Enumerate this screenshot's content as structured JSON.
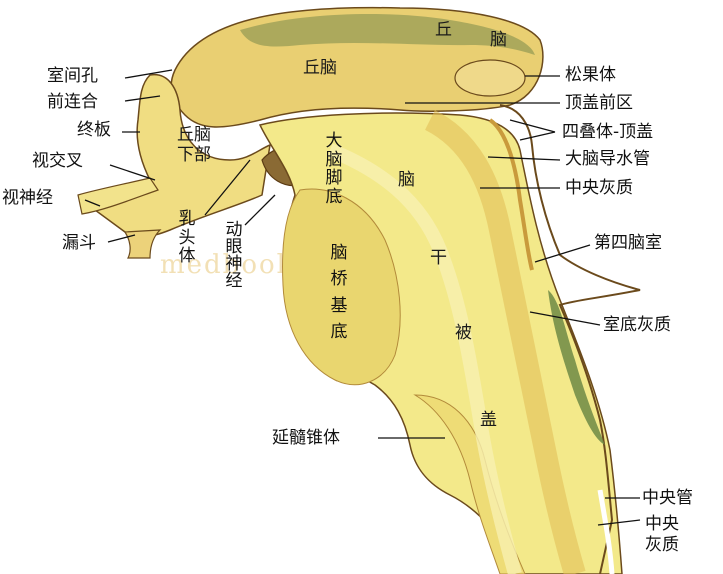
{
  "watermark": "medbook.com.cn",
  "labels": {
    "qiunao_top_a": "丘",
    "qiunao_top_b": "脑",
    "qiunao_mid": "丘脑",
    "shijianbian": "室间孔",
    "qianlianhe": "前连合",
    "zhongban": "终板",
    "shijiaocha": "视交叉",
    "shishenjing": "视神经",
    "loudou": "漏斗",
    "qiunao_xiabu": "丘脑\n下部",
    "rutouti": "乳头体",
    "dongyan": "动眼神经",
    "danaojiaodi": "大脑脚底",
    "naogan_a": "脑",
    "naogan_b": "干",
    "naoqiao_jidi": "脑桥基底",
    "beigai_a": "被",
    "beigai_b": "盖",
    "songguoti": "松果体",
    "dinggaiqianqu": "顶盖前区",
    "sidieti": "四叠体-顶盖",
    "danaodaoshuiguan": "大脑导水管",
    "zhongyanghuizhi": "中央灰质",
    "disinaoshi": "第四脑室",
    "shidihuizhi": "室底灰质",
    "yansuizhuiti": "延髓锥体",
    "zhongyangguan": "中央管",
    "zhongyanghuizhi2": "中央\n灰质"
  },
  "colors": {
    "tissue_light": "#f3e98a",
    "tissue_mid": "#e9c55a",
    "tissue_dark": "#c99a3c",
    "grey_matter": "#7a8a4a",
    "outline": "#6b4a1c",
    "leader": "#111111"
  }
}
